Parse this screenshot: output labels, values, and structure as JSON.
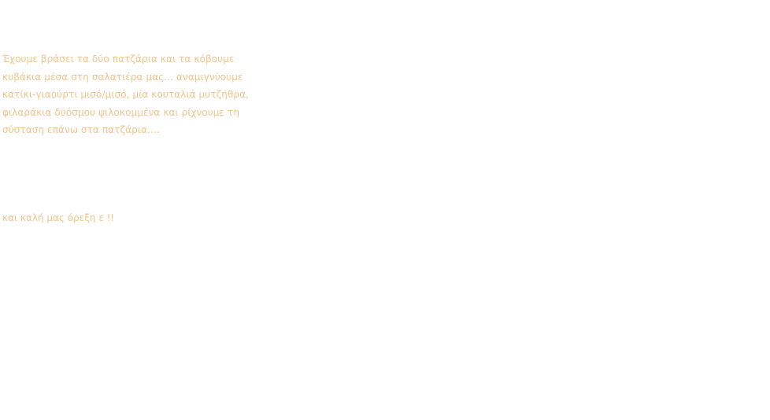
{
  "recipe": {
    "lines": [
      "Έχουμε βράσει τα δύο πατζάρια και τα κόβουμε",
      "κυβάκια μέσα στη σαλατιέρα μας... αναμιγνύουμε",
      "κατίκι-γιαούρτι μισό/μισό, μία κουταλιά μυτζήθρα,",
      "φιλαράκια δυόσμου ψιλοκομμένα και ρίχνουμε τη",
      "σύσταση επάνω στα πατζάρια...."
    ]
  },
  "closing": {
    "text": "και καλή μας όρεξη ε !!"
  }
}
